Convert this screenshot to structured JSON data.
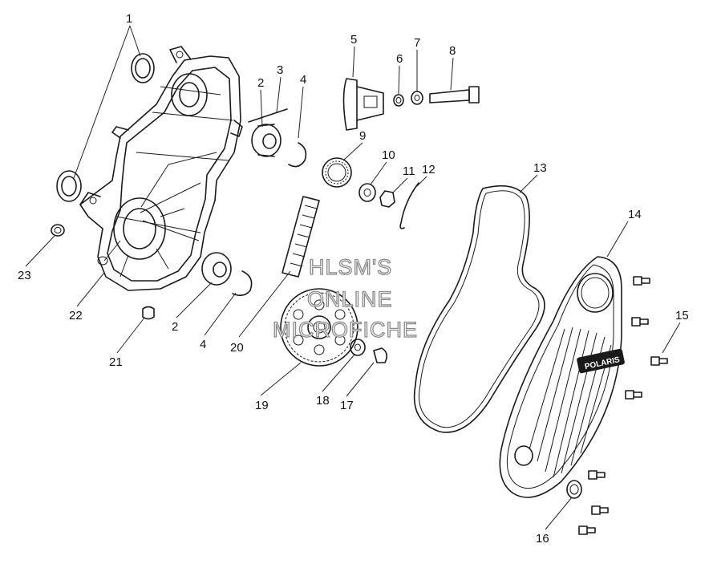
{
  "watermark": {
    "line1": "HLSM'S",
    "line2": "ONLINE",
    "line3": "MICROFICHE"
  },
  "brand_logo": "POLARIS",
  "callouts": [
    {
      "id": "c1",
      "text": "1"
    },
    {
      "id": "c2a",
      "text": "2"
    },
    {
      "id": "c3",
      "text": "3"
    },
    {
      "id": "c4a",
      "text": "4"
    },
    {
      "id": "c5",
      "text": "5"
    },
    {
      "id": "c6",
      "text": "6"
    },
    {
      "id": "c7",
      "text": "7"
    },
    {
      "id": "c8",
      "text": "8"
    },
    {
      "id": "c9",
      "text": "9"
    },
    {
      "id": "c10",
      "text": "10"
    },
    {
      "id": "c11",
      "text": "11"
    },
    {
      "id": "c12",
      "text": "12"
    },
    {
      "id": "c13",
      "text": "13"
    },
    {
      "id": "c14",
      "text": "14"
    },
    {
      "id": "c15",
      "text": "15"
    },
    {
      "id": "c16",
      "text": "16"
    },
    {
      "id": "c17",
      "text": "17"
    },
    {
      "id": "c18",
      "text": "18"
    },
    {
      "id": "c19",
      "text": "19"
    },
    {
      "id": "c20",
      "text": "20"
    },
    {
      "id": "c21",
      "text": "21"
    },
    {
      "id": "c22",
      "text": "22"
    },
    {
      "id": "c23",
      "text": "23"
    },
    {
      "id": "c2b",
      "text": "2"
    },
    {
      "id": "c4b",
      "text": "4"
    }
  ]
}
